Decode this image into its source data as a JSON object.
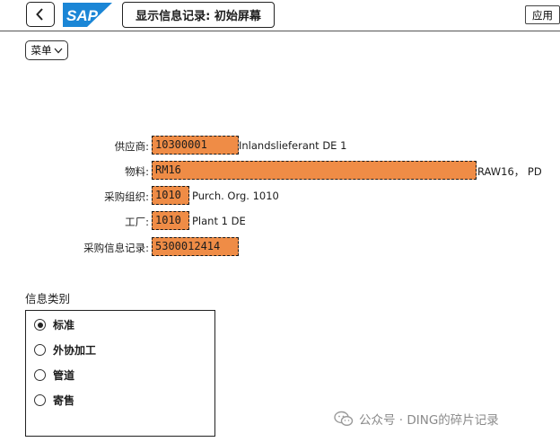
{
  "header": {
    "logo_text": "SAP",
    "title": "显示信息记录: 初始屏幕",
    "apply_label": "应用",
    "brand_color": "#1b86d6"
  },
  "menu": {
    "label": "菜单"
  },
  "form": {
    "vendor": {
      "label": "供应商:",
      "value": "10300001",
      "desc": "Inlandslieferant DE 1"
    },
    "material": {
      "label": "物料:",
      "value": "RM16",
      "desc": "RAW16， PD"
    },
    "purch_org": {
      "label": "采购组织:",
      "value": "1010",
      "desc": "Purch. Org. 1010"
    },
    "plant": {
      "label": "工厂:",
      "value": "1010",
      "desc": "Plant 1 DE"
    },
    "info_record": {
      "label": "采购信息记录:",
      "value": "5300012414"
    },
    "field_color": "#ef8c46"
  },
  "info_category": {
    "title": "信息类别",
    "options": [
      {
        "label": "标准",
        "selected": true
      },
      {
        "label": "外协加工",
        "selected": false
      },
      {
        "label": "管道",
        "selected": false
      },
      {
        "label": "寄售",
        "selected": false
      }
    ]
  },
  "watermark": {
    "text": "公众号 · DING的碎片记录",
    "icon": "wechat-icon"
  }
}
